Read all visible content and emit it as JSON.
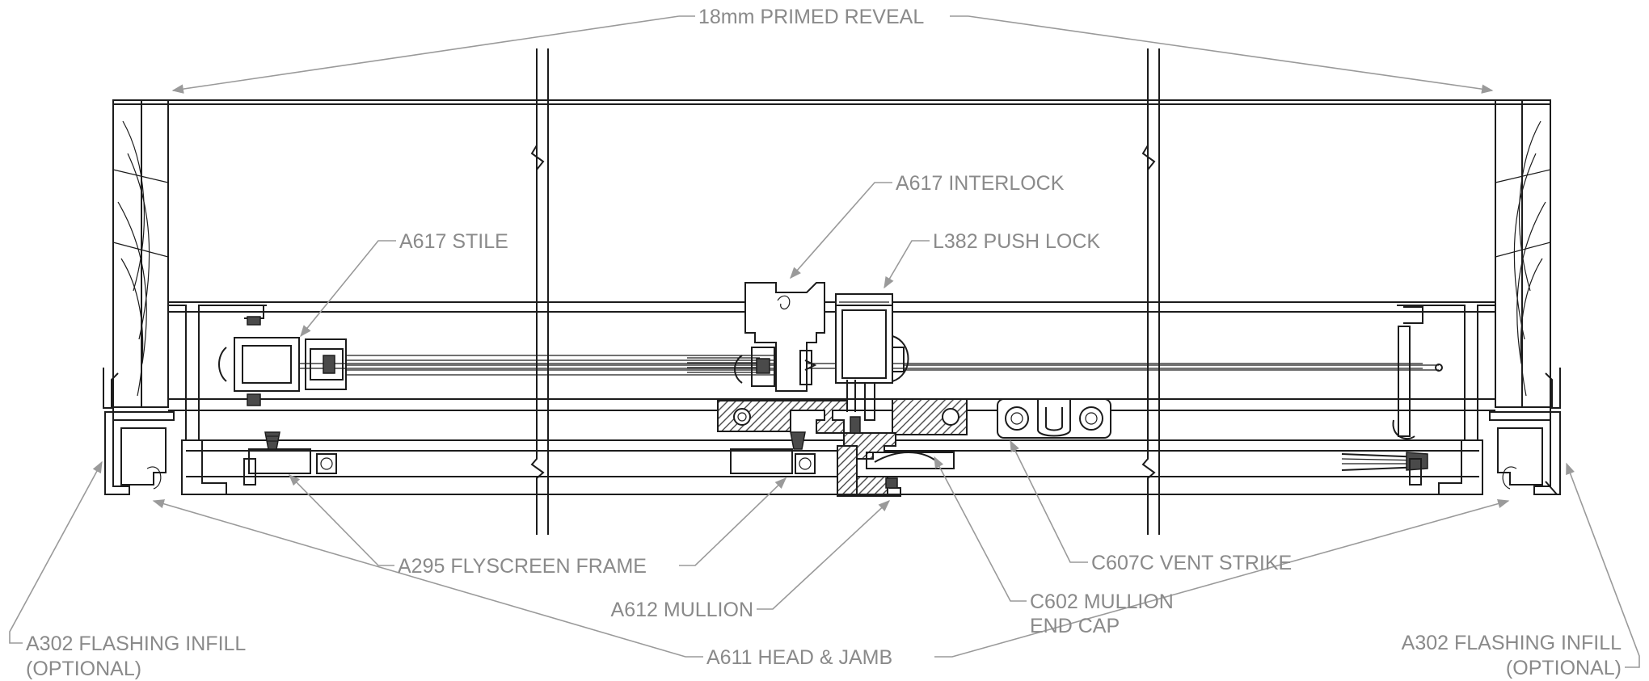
{
  "labels": {
    "primed_reveal": "18mm PRIMED REVEAL",
    "interlock": "A617 INTERLOCK",
    "push_lock": "L382 PUSH LOCK",
    "stile": "A617 STILE",
    "flyscreen_frame": "A295 FLYSCREEN FRAME",
    "vent_strike": "C607C VENT STRIKE",
    "mullion": "A612 MULLION",
    "mullion_end_cap_line1": "C602 MULLION",
    "mullion_end_cap_line2": "END CAP",
    "flashing_left_line1": "A302 FLASHING INFILL",
    "flashing_left_line2": "(OPTIONAL)",
    "head_jamb": "A611 HEAD & JAMB",
    "flashing_right_line1": "A302 FLASHING INFILL",
    "flashing_right_line2": "(OPTIONAL)"
  },
  "colors": {
    "linework": "#1c1c1c",
    "leader": "#9a9a9a",
    "label": "#8a8a8a",
    "hatch_fill": "#555555"
  }
}
